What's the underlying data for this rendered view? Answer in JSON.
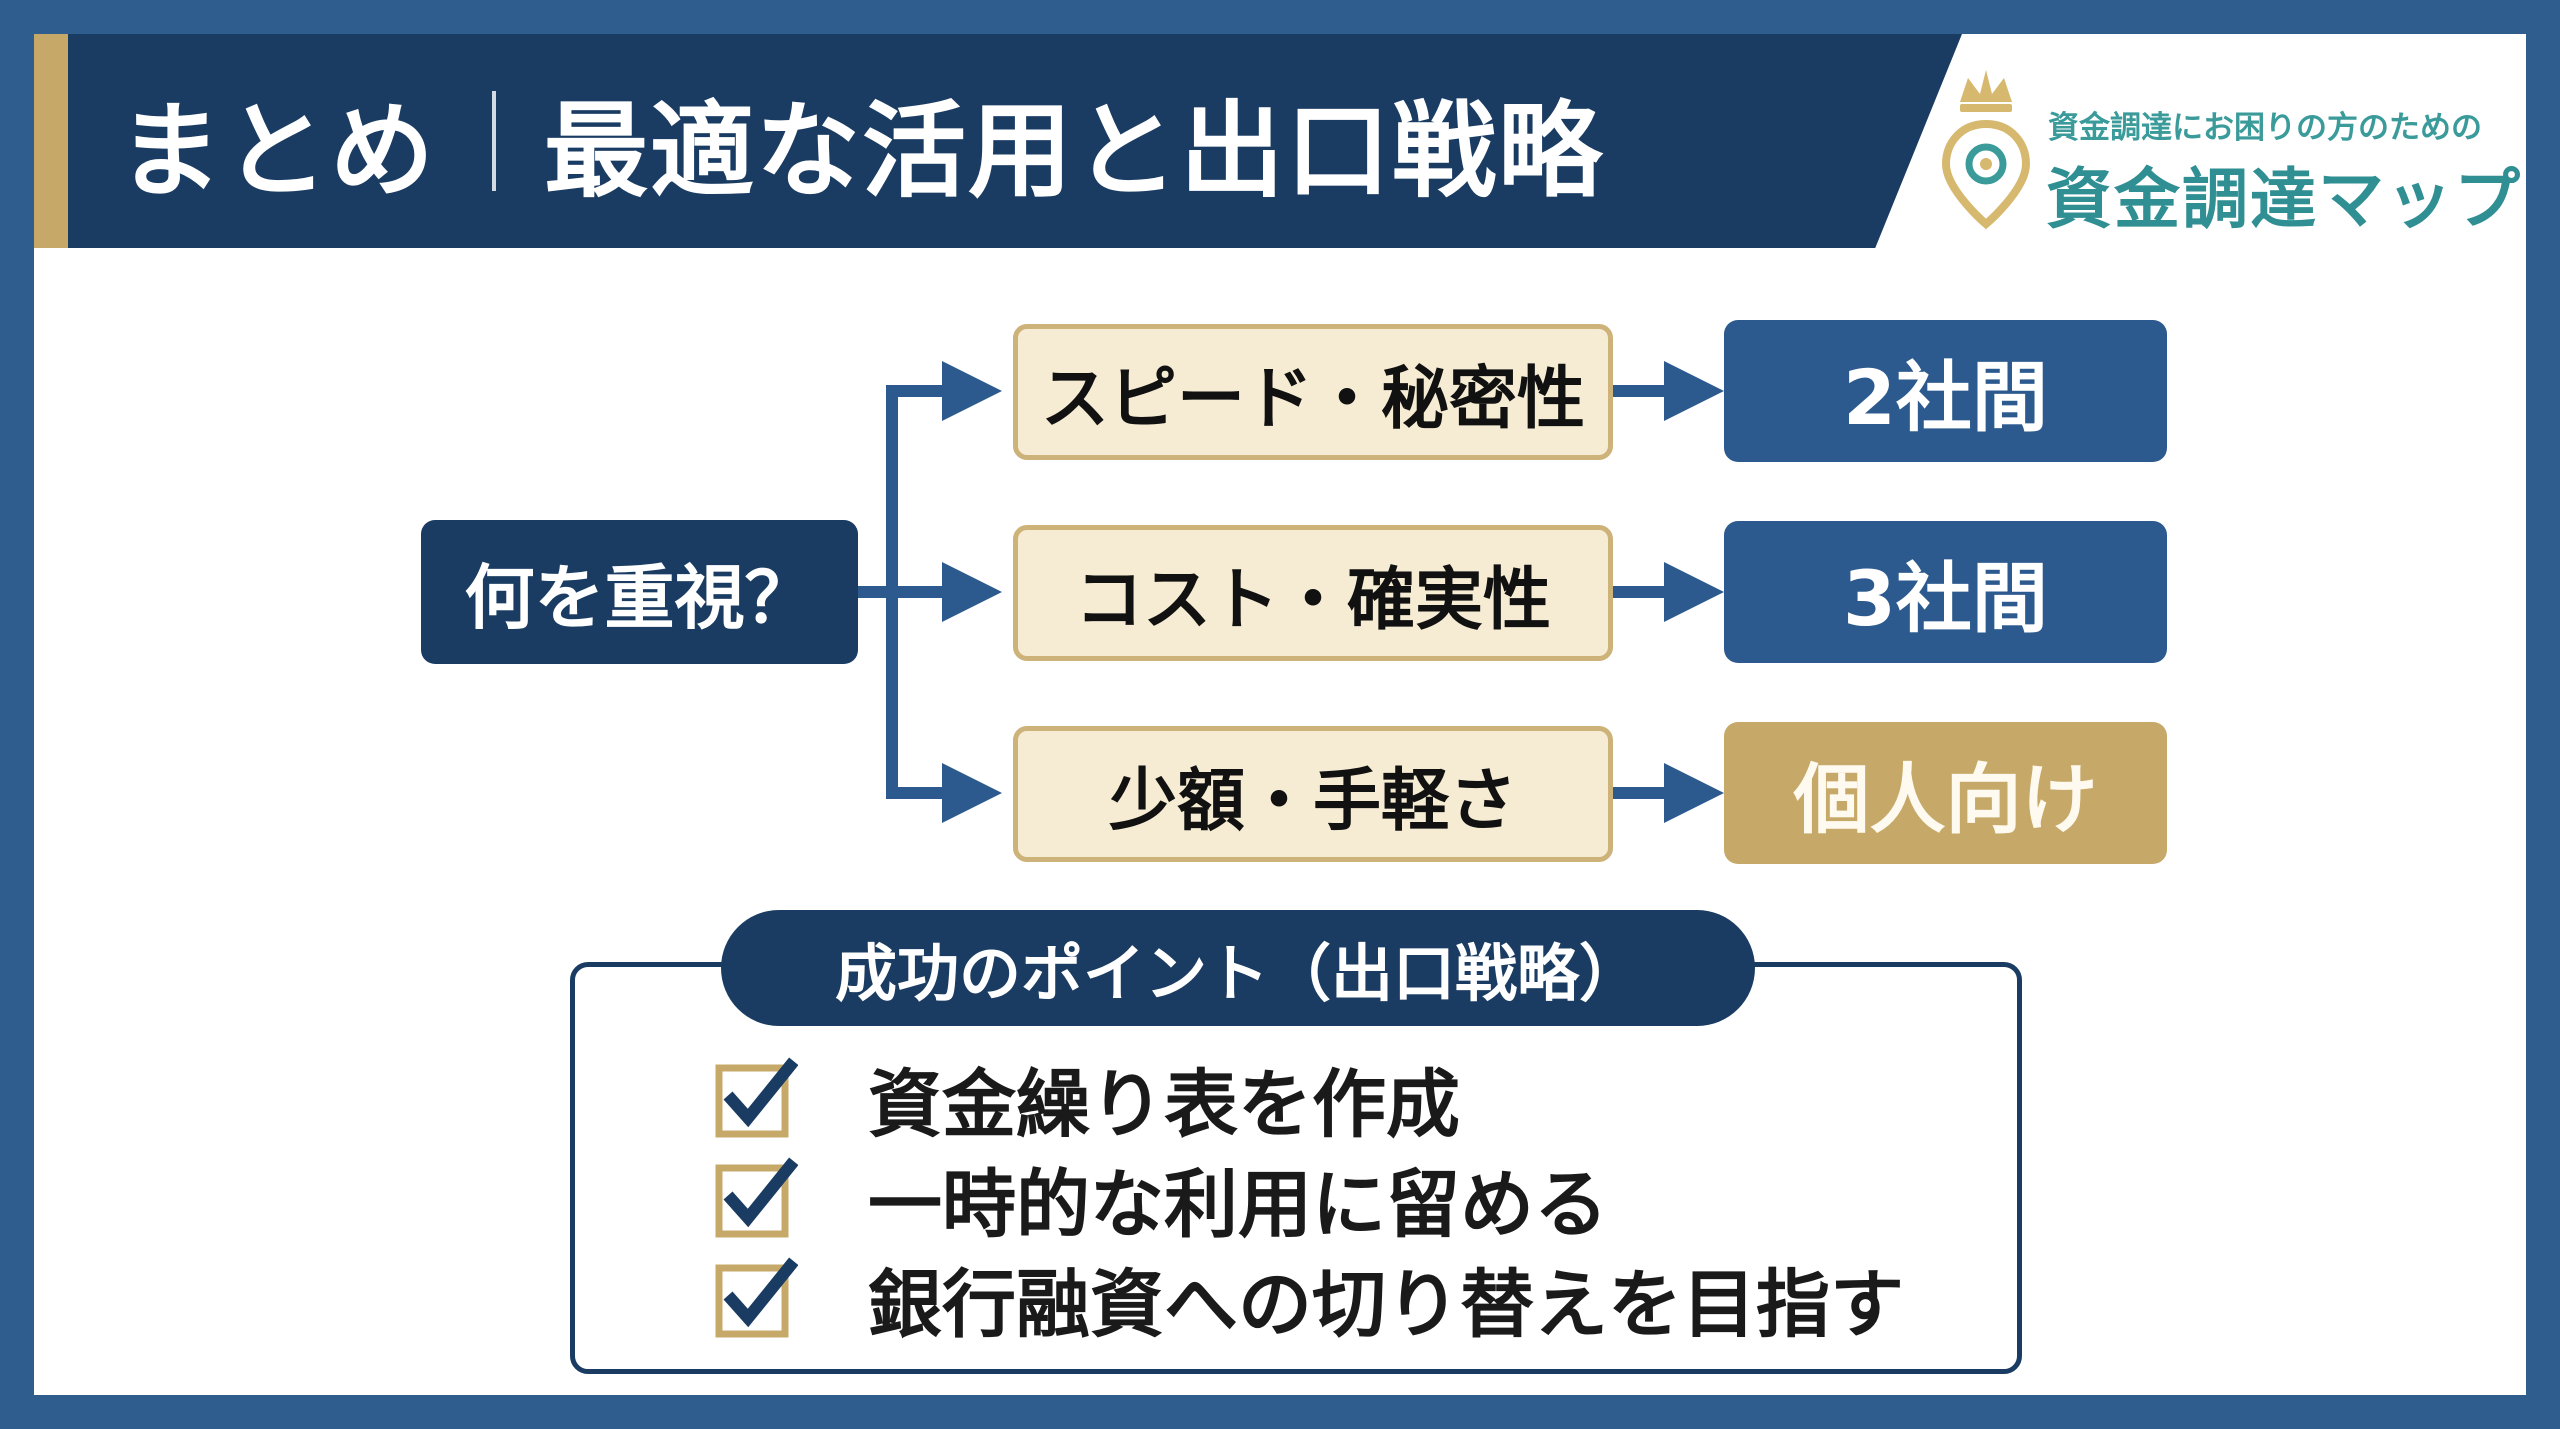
{
  "header": {
    "label": "まとめ",
    "title": "最適な活用と出口戦略"
  },
  "logo": {
    "subtitle": "資金調達にお困りの方のための",
    "name": "資金調達マップ",
    "icon": "crown-map-pin-icon"
  },
  "flow": {
    "question": "何を重視？",
    "branches": [
      {
        "option": "スピード・秘密性",
        "result": "2社間",
        "result_style": "blue"
      },
      {
        "option": "コスト・確実性",
        "result": "3社間",
        "result_style": "blue"
      },
      {
        "option": "少額・手軽さ",
        "result": "個人向け",
        "result_style": "gold"
      }
    ]
  },
  "points": {
    "title": "成功のポイント（出口戦略）",
    "items": [
      "資金繰り表を作成",
      "一時的な利用に留める",
      "銀行融資への切り替えを目指す"
    ],
    "icon": "checkbox-checked-icon"
  },
  "colors": {
    "navy": "#1b3c62",
    "blue": "#2c5a8e",
    "gold": "#c6a968",
    "cream": "#f6ecd4",
    "teal": "#2f8f93"
  }
}
